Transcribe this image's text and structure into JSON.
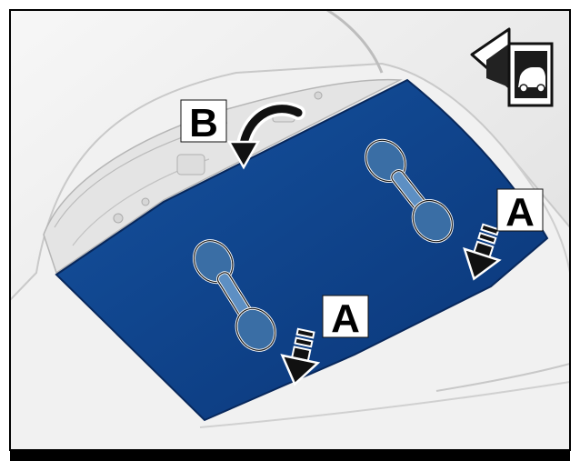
{
  "figure": {
    "labels": {
      "b": "B",
      "a_right": "A",
      "a_left": "A"
    },
    "icons": {
      "orientation": "car-direction-arrow-icon",
      "suction_cup": "suction-cup-lifter-icon",
      "press_arrow": "down-arrow-icon",
      "rotate_arrow": "curved-arrow-icon"
    },
    "colors": {
      "glass": "#0c3f86",
      "frame": "#000000",
      "body": "#eeeeee",
      "background": "#ffffff"
    }
  }
}
